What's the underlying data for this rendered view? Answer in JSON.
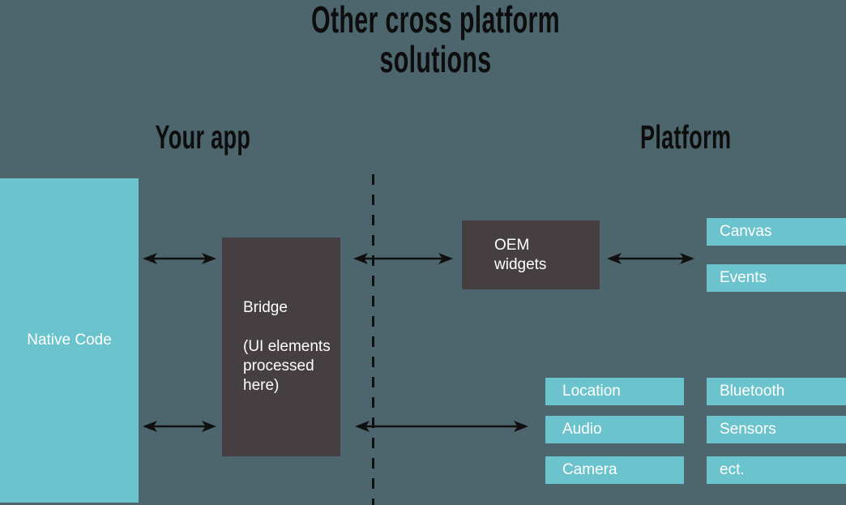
{
  "colors": {
    "background": "#4D666E",
    "teal": "#6BC3CD",
    "dark": "#453F41",
    "heading_text": "#0D0D0D",
    "line": "#101010",
    "box_text": "#FFFFFF"
  },
  "title": {
    "line1": "Other cross platform",
    "line2": "solutions"
  },
  "sections": {
    "left_heading": "Your app",
    "right_heading": "Platform"
  },
  "boxes": {
    "native_code": "Native Code",
    "bridge_title": "Bridge",
    "bridge_note": "(UI elements processed here)",
    "oem_widgets": "OEM widgets",
    "canvas": "Canvas",
    "events": "Events",
    "location": "Location",
    "audio": "Audio",
    "camera": "Camera",
    "bluetooth": "Bluetooth",
    "sensors": "Sensors",
    "ect": "ect."
  }
}
